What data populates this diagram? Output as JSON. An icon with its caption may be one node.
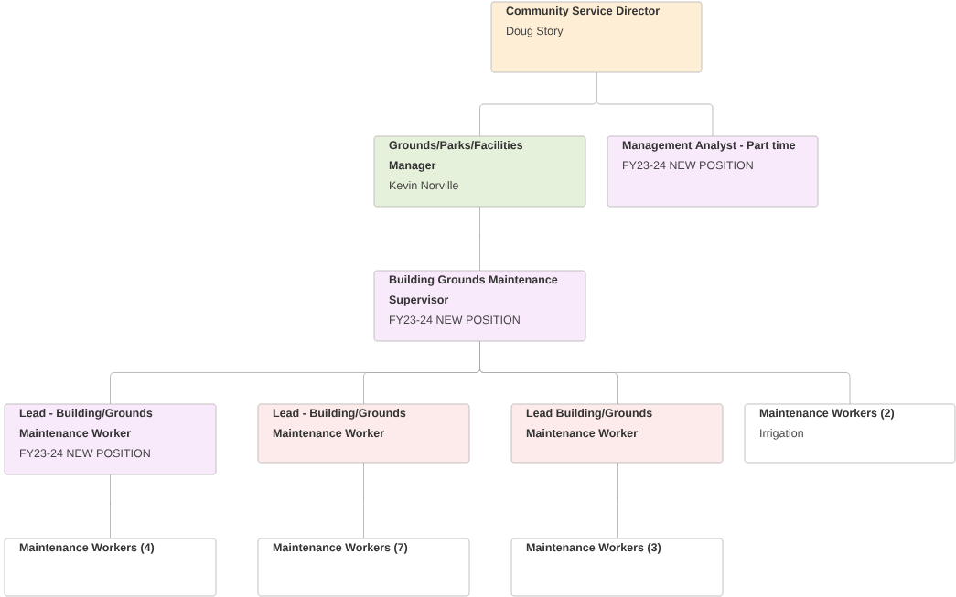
{
  "diagram": {
    "nodes": [
      {
        "text": [
          "Community Service Director",
          "Doug Story"
        ]
      },
      {
        "text": [
          "Grounds/Parks/Facilities Manager",
          "Kevin Norville"
        ]
      },
      {
        "text": [
          "Management Analyst - Part time",
          "FY23-24 NEW POSITION"
        ]
      },
      {
        "text": [
          "Building Grounds Maintenance Supervisor",
          "FY23-24 NEW POSITION"
        ]
      },
      {
        "text": [
          "Lead - Building/Grounds Maintenance Worker",
          "FY23-24 NEW POSITION"
        ]
      },
      {
        "text": [
          "Lead - Building/Grounds Maintenance Worker"
        ]
      },
      {
        "text": [
          "Lead Building/Grounds Maintenance Worker"
        ]
      },
      {
        "text": [
          "Maintenance Workers (2)",
          "Irrigation"
        ]
      },
      {
        "text": [
          "Maintenance Workers (4)"
        ]
      },
      {
        "text": [
          "Maintenance Workers (7)"
        ]
      },
      {
        "text": [
          "Maintenance Workers (3)"
        ]
      }
    ],
    "edges": [
      {
        "from": 0,
        "to": 1,
        "arrow": "none"
      },
      {
        "from": 0,
        "to": 2,
        "arrow": "none"
      },
      {
        "from": 1,
        "to": 3,
        "arrow": "none"
      },
      {
        "from": 3,
        "to": 4,
        "arrow": "none"
      },
      {
        "from": 3,
        "to": 5,
        "arrow": "none"
      },
      {
        "from": 3,
        "to": 6,
        "arrow": "none"
      },
      {
        "from": 3,
        "to": 7,
        "arrow": "none"
      },
      {
        "from": 4,
        "to": 8,
        "arrow": "none"
      },
      {
        "from": 5,
        "to": 9,
        "arrow": "none"
      },
      {
        "from": 6,
        "to": 10,
        "arrow": "none"
      }
    ]
  }
}
